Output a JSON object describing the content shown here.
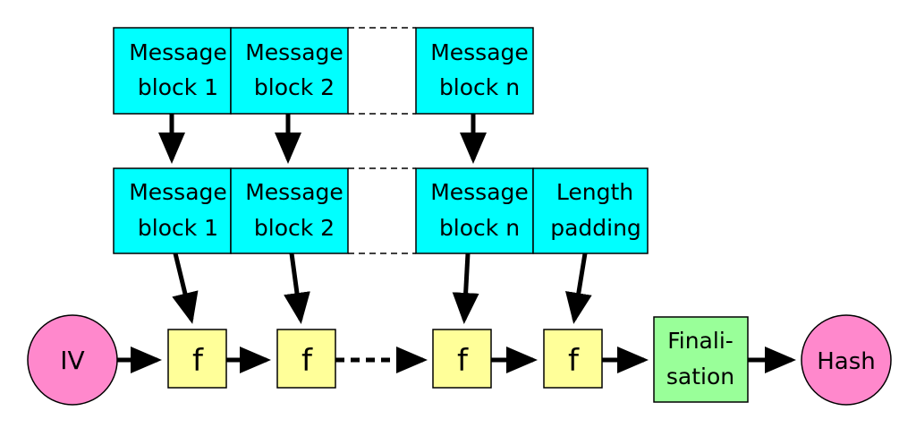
{
  "colors": {
    "message_block": "#00ffff",
    "compression": "#ffff99",
    "finalisation": "#99ff99",
    "terminal": "#ff88cc",
    "stroke": "#000000"
  },
  "top_row": {
    "block1": [
      "Message",
      "block 1"
    ],
    "block2": [
      "Message",
      "block 2"
    ],
    "blockn": [
      "Message",
      "block n"
    ]
  },
  "middle_row": {
    "block1": [
      "Message",
      "block 1"
    ],
    "block2": [
      "Message",
      "block 2"
    ],
    "blockn": [
      "Message",
      "block n"
    ],
    "padding": [
      "Length",
      "padding"
    ]
  },
  "chain": {
    "iv": "IV",
    "f1": "f",
    "f2": "f",
    "f3": "f",
    "f4": "f",
    "finalisation": [
      "Finali-",
      "sation"
    ],
    "hash": "Hash"
  }
}
